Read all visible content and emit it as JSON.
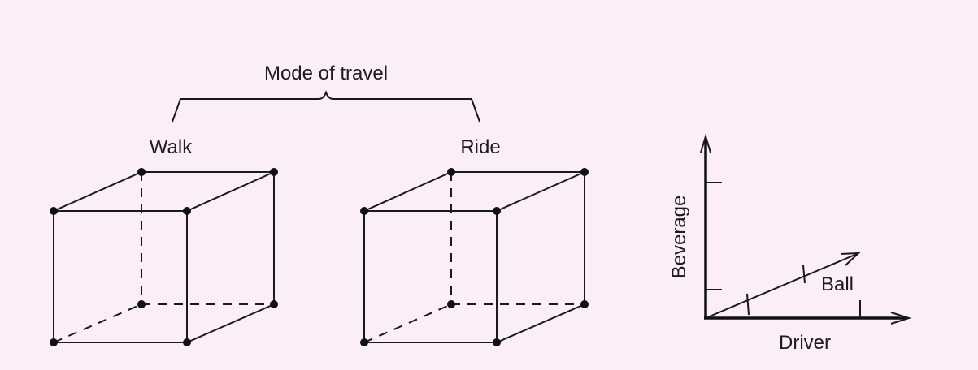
{
  "header": {
    "title": "Mode of travel"
  },
  "cubes": [
    {
      "label": "Walk"
    },
    {
      "label": "Ride"
    }
  ],
  "axes_diagram": {
    "y_label": "Beverage",
    "x_label": "Driver",
    "diagonal_label": "Ball"
  },
  "colors": {
    "background": "#fbeef6",
    "ink": "#1a1a1a"
  }
}
